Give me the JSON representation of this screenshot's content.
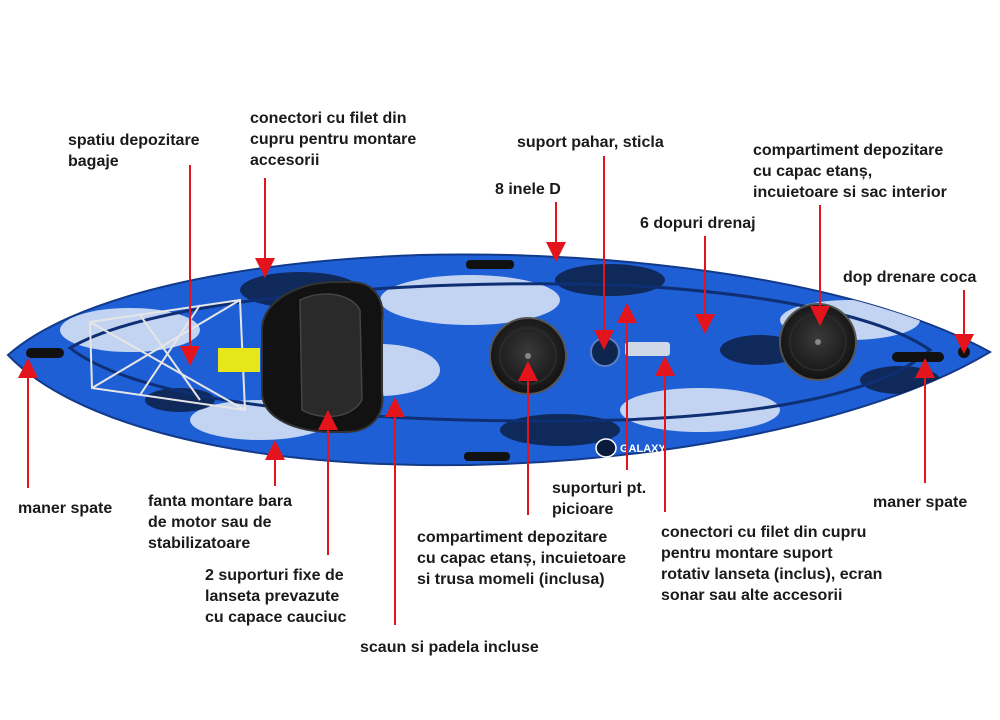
{
  "colors": {
    "hull_blue": "#1f5fd6",
    "hull_light": "#dfe9f7",
    "hull_dark": "#0b1730",
    "arrow": "#e3141b",
    "label_text": "#1a1a1a"
  },
  "brand_logo_text": "GALAXY",
  "callouts": [
    {
      "id": "storage-space",
      "text": "spatiu depozitare\nbagaje"
    },
    {
      "id": "copper-connectors-front",
      "text": "conectori cu filet din\ncupru pentru montare\naccesorii"
    },
    {
      "id": "cup-holder",
      "text": "suport pahar, sticla"
    },
    {
      "id": "d-rings",
      "text": "8 inele D"
    },
    {
      "id": "sealed-compartment-bow",
      "text": "compartiment depozitare\ncu capac etanș,\nincuietoare si sac interior"
    },
    {
      "id": "drain-plugs",
      "text": "6 dopuri drenaj"
    },
    {
      "id": "hull-drain-plug",
      "text": "dop drenare coca"
    },
    {
      "id": "handle-left",
      "text": "maner spate"
    },
    {
      "id": "motor-bar-slot",
      "text": "fanta montare bara\nde motor sau de\nstabilizatoare"
    },
    {
      "id": "rod-holders",
      "text": "2 suporturi fixe de\nlanseta prevazute\ncu capace cauciuc"
    },
    {
      "id": "seat-paddle",
      "text": "scaun si padela incluse"
    },
    {
      "id": "sealed-compartment-center",
      "text": "compartiment depozitare\ncu capac etanș, incuietoare\nsi trusa momeli (inclusa)"
    },
    {
      "id": "foot-rests",
      "text": "suporturi pt.\npicioare"
    },
    {
      "id": "copper-connectors-rear",
      "text": "conectori cu filet din cupru\npentru montare suport\nrotativ lanseta (inclus), ecran\nsonar sau alte accesorii"
    },
    {
      "id": "handle-right",
      "text": "maner spate"
    }
  ]
}
